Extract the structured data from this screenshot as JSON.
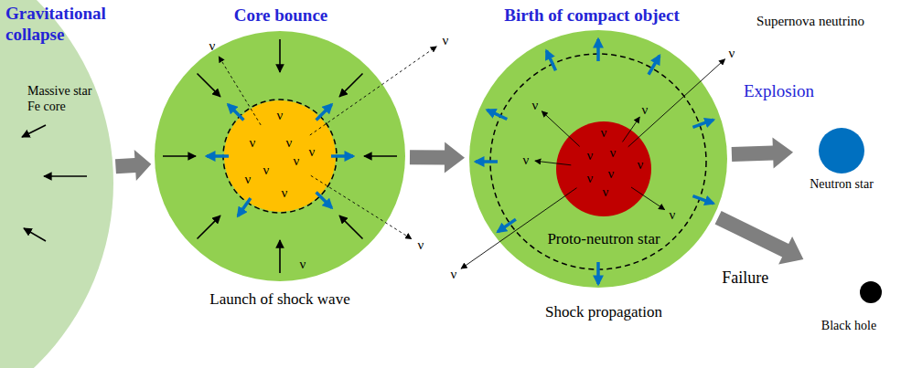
{
  "diagram": {
    "nodes": [
      {
        "text": [
          "Gravitational collapse",
          "Massive star Fe core"
        ]
      },
      {
        "text": [
          "Core bounce",
          "ν",
          "Launch of shock wave"
        ]
      },
      {
        "text": [
          "ν",
          "ν",
          "ν",
          "ν",
          "ν",
          "ν",
          "ν",
          "ν"
        ],
        "in": 1
      },
      {
        "text": [
          "Birth of compact object",
          "ν",
          "ν",
          "ν",
          "ν",
          "Shock propagation"
        ]
      },
      {
        "text": [
          "ν",
          "ν",
          "ν",
          "ν",
          "ν",
          "ν",
          "ν",
          "Proto-neutron star"
        ],
        "in": 3
      },
      {
        "text": [
          "Neutron star"
        ]
      },
      {
        "text": [
          "Black hole"
        ]
      }
    ],
    "edges": [
      {
        "from": 0,
        "to": 1,
        "arrow": "to"
      },
      {
        "from": 1,
        "to": 3,
        "arrow": "to"
      },
      {
        "from": 3,
        "to": 5,
        "arrow": "to",
        "label": "Explosion"
      },
      {
        "from": 3,
        "to": 6,
        "arrow": "to",
        "label": "Failure"
      }
    ],
    "labels": [
      "Supernova neutrino",
      "ν",
      "ν",
      "ν",
      "ν",
      "ν"
    ]
  }
}
